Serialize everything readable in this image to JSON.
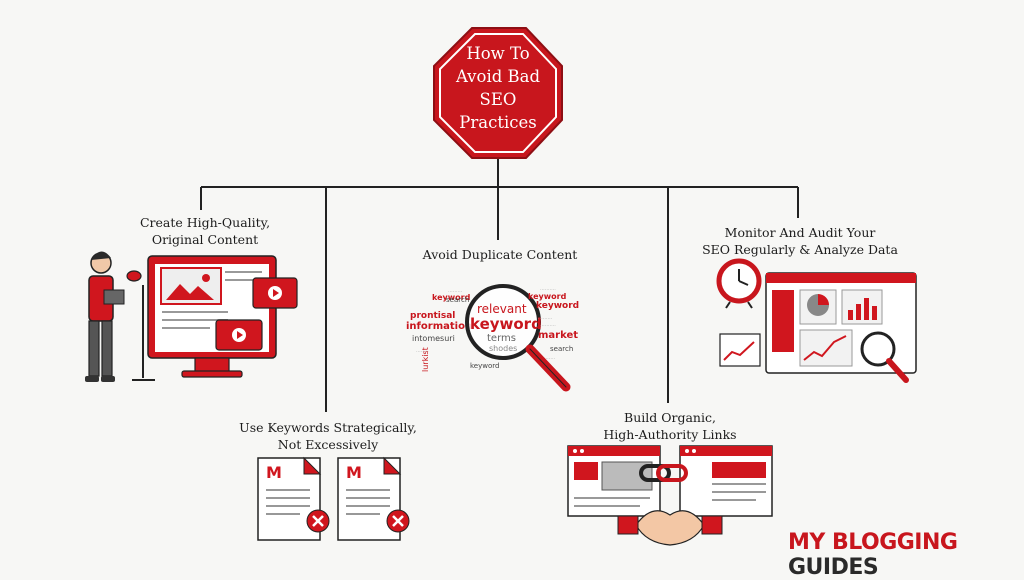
{
  "center": {
    "title_lines": [
      "How To",
      "Avoid Bad",
      "SEO",
      "Practices"
    ]
  },
  "nodes": [
    {
      "id": "quality",
      "lines": [
        "Create High-Quality,",
        "Original Content"
      ]
    },
    {
      "id": "keywords",
      "lines": [
        "Use Keywords Strategically,",
        "Not Excessively"
      ]
    },
    {
      "id": "duplicate",
      "lines": [
        "Avoid Duplicate Content"
      ]
    },
    {
      "id": "links",
      "lines": [
        "Build Organic,",
        "High-Authority Links"
      ]
    },
    {
      "id": "monitor",
      "lines": [
        "Monitor And Audit Your",
        "SEO Regularly & Analyze Data"
      ]
    }
  ],
  "word_cloud": {
    "words": [
      "keyword",
      "search",
      "prontisal",
      "information",
      "intomesuri",
      "lurkist",
      "relevant",
      "keyword",
      "terms",
      "shodes",
      "keyword",
      "keyword",
      "market",
      "search",
      "keyword"
    ]
  },
  "brand": {
    "part1": "MY BLOGGING ",
    "part2": "GUIDES"
  },
  "colors": {
    "accent": "#d0161e",
    "line": "#222222",
    "background": "#f7f7f5"
  }
}
